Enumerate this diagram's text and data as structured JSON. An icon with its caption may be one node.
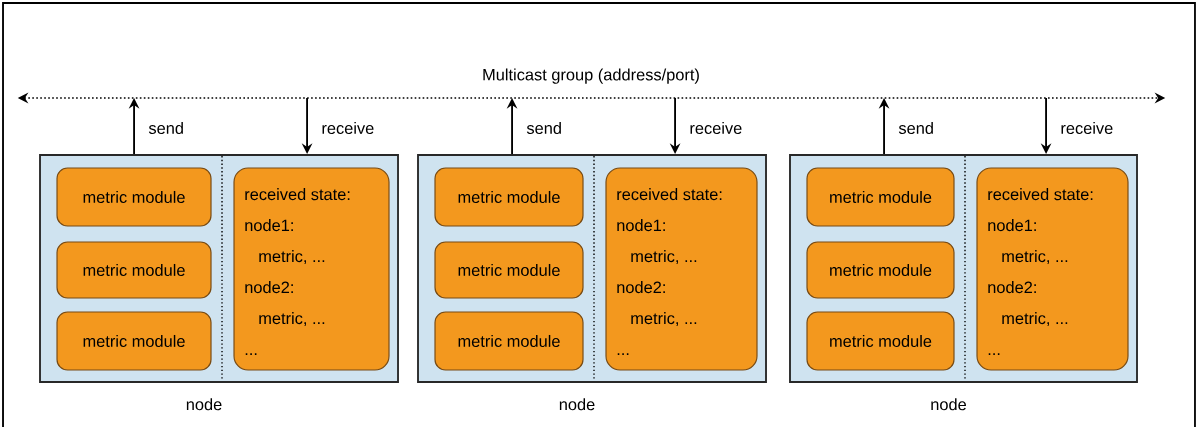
{
  "diagram": {
    "nodes": [
      {
        "text": [
          "Multicast group (address/port)"
        ]
      },
      {
        "text": [
          "node"
        ]
      },
      {
        "text": [
          "metric module"
        ],
        "in": 1
      },
      {
        "text": [
          "metric module"
        ],
        "in": 1
      },
      {
        "text": [
          "metric module"
        ],
        "in": 1
      },
      {
        "text": [
          "received state:",
          "node1:",
          "metric, ...",
          "node2:",
          "metric, ...",
          "..."
        ],
        "in": 1
      },
      {
        "text": [
          "node"
        ]
      },
      {
        "text": [
          "metric module"
        ],
        "in": 6
      },
      {
        "text": [
          "metric module"
        ],
        "in": 6
      },
      {
        "text": [
          "metric module"
        ],
        "in": 6
      },
      {
        "text": [
          "received state:",
          "node1:",
          "metric, ...",
          "node2:",
          "metric, ...",
          "..."
        ],
        "in": 6
      },
      {
        "text": [
          "node"
        ]
      },
      {
        "text": [
          "metric module"
        ],
        "in": 11
      },
      {
        "text": [
          "metric module"
        ],
        "in": 11
      },
      {
        "text": [
          "metric module"
        ],
        "in": 11
      },
      {
        "text": [
          "received state:",
          "node1:",
          "metric, ...",
          "node2:",
          "metric, ...",
          "..."
        ],
        "in": 11
      }
    ],
    "edges": [
      {
        "from": 1,
        "to": 0,
        "arrow": "to",
        "label": "send"
      },
      {
        "from": 0,
        "to": 1,
        "arrow": "to",
        "label": "receive"
      },
      {
        "from": 6,
        "to": 0,
        "arrow": "to",
        "label": "send"
      },
      {
        "from": 0,
        "to": 6,
        "arrow": "to",
        "label": "receive"
      },
      {
        "from": 11,
        "to": 0,
        "arrow": "to",
        "label": "send"
      },
      {
        "from": 0,
        "to": 11,
        "arrow": "to",
        "label": "receive"
      }
    ]
  }
}
